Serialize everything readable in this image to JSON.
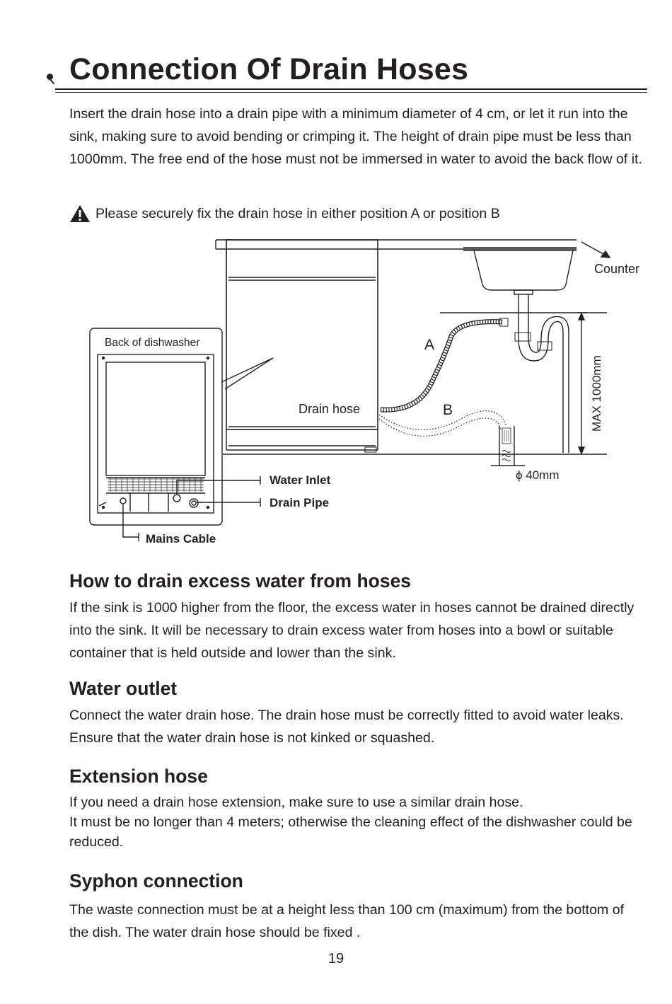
{
  "title": "Connection Of Drain Hoses",
  "intro": "Insert the drain hose into a drain pipe with a minimum diameter of 4 cm, or let it run into the sink, making sure to avoid bending or crimping it. The height of drain pipe must be less than 1000mm. The free end of the hose must not be immersed in water to avoid the back flow of it.",
  "warning": {
    "icon": "warning-triangle-icon",
    "text": "Please securely fix the drain hose in either position A or position B"
  },
  "diagram": {
    "back_label": "Back of dishwasher",
    "counter_label": "Counter",
    "position_a": "A",
    "position_b": "B",
    "drain_hose_label": "Drain hose",
    "height_label": "MAX 1000mm",
    "diameter_label": "ϕ 40mm",
    "water_inlet": "Water Inlet",
    "drain_pipe": "Drain Pipe",
    "mains_cable": "Mains Cable"
  },
  "sections": {
    "drain_excess": {
      "heading": "How to drain excess water from hoses",
      "body": "If the sink is 1000 higher from the floor, the excess water in hoses cannot be drained directly into the sink. It will be necessary to drain excess water from hoses into a bowl or suitable container that is held outside and lower than the sink."
    },
    "water_outlet": {
      "heading": "Water outlet",
      "body": "Connect  the water drain hose. The drain hose must be correctly fitted to avoid water leaks. Ensure that the water drain hose is not kinked or squashed."
    },
    "extension": {
      "heading": "Extension hose",
      "line1": "If you need a drain hose extension, make sure to use a similar drain hose.",
      "line2": "It must be no longer than 4 meters; otherwise the cleaning effect of the dishwasher could be reduced."
    },
    "syphon": {
      "heading": "Syphon connection",
      "body": "The waste connection must be at a height less than 100 cm (maximum) from the bottom of the dish. The water drain hose should be fixed ."
    }
  },
  "page_number": "19"
}
